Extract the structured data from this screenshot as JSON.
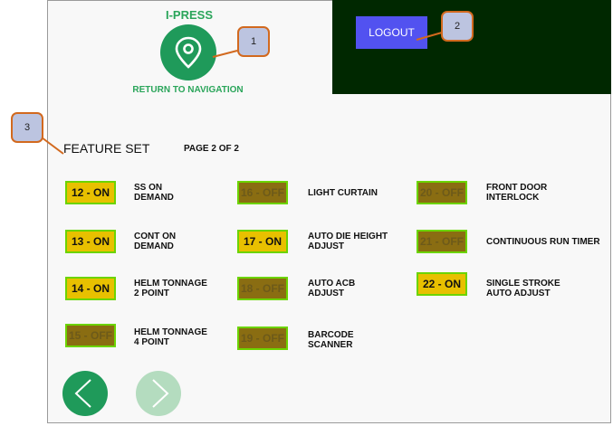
{
  "header": {
    "app_title": "I-PRESS",
    "nav_label": "RETURN TO NAVIGATION",
    "logout_label": "LOGOUT"
  },
  "callouts": [
    "1",
    "2",
    "3"
  ],
  "section": {
    "title": "FEATURE SET",
    "page_indicator": "PAGE 2 OF 2"
  },
  "features": [
    {
      "toggle": "12 - ON",
      "state": "on",
      "label1": "SS ON",
      "label2": "DEMAND"
    },
    {
      "toggle": "13 - ON",
      "state": "on",
      "label1": "CONT ON",
      "label2": "DEMAND"
    },
    {
      "toggle": "14 - ON",
      "state": "on",
      "label1": "HELM TONNAGE",
      "label2": "2 POINT"
    },
    {
      "toggle": "15 - OFF",
      "state": "off",
      "label1": "HELM TONNAGE",
      "label2": "4 POINT"
    },
    {
      "toggle": "16 - OFF",
      "state": "off",
      "label1": "LIGHT CURTAIN",
      "label2": ""
    },
    {
      "toggle": "17 - ON",
      "state": "on",
      "label1": "AUTO DIE HEIGHT",
      "label2": "ADJUST"
    },
    {
      "toggle": "18 - OFF",
      "state": "off",
      "label1": "AUTO ACB",
      "label2": "ADJUST"
    },
    {
      "toggle": "19 - OFF",
      "state": "off",
      "label1": "BARCODE",
      "label2": "SCANNER"
    },
    {
      "toggle": "20 - OFF",
      "state": "off",
      "label1": "FRONT DOOR",
      "label2": "INTERLOCK"
    },
    {
      "toggle": "21 - OFF",
      "state": "off",
      "label1": "CONTINUOUS RUN TIMER",
      "label2": ""
    },
    {
      "toggle": "22 - ON",
      "state": "on",
      "label1": "SINGLE STROKE",
      "label2": "AUTO ADJUST"
    }
  ],
  "colors": {
    "accent_green": "#1f9a5a",
    "on": "#e8c000",
    "off": "#8a6d12",
    "logout": "#5252f0",
    "panel": "#002800"
  }
}
